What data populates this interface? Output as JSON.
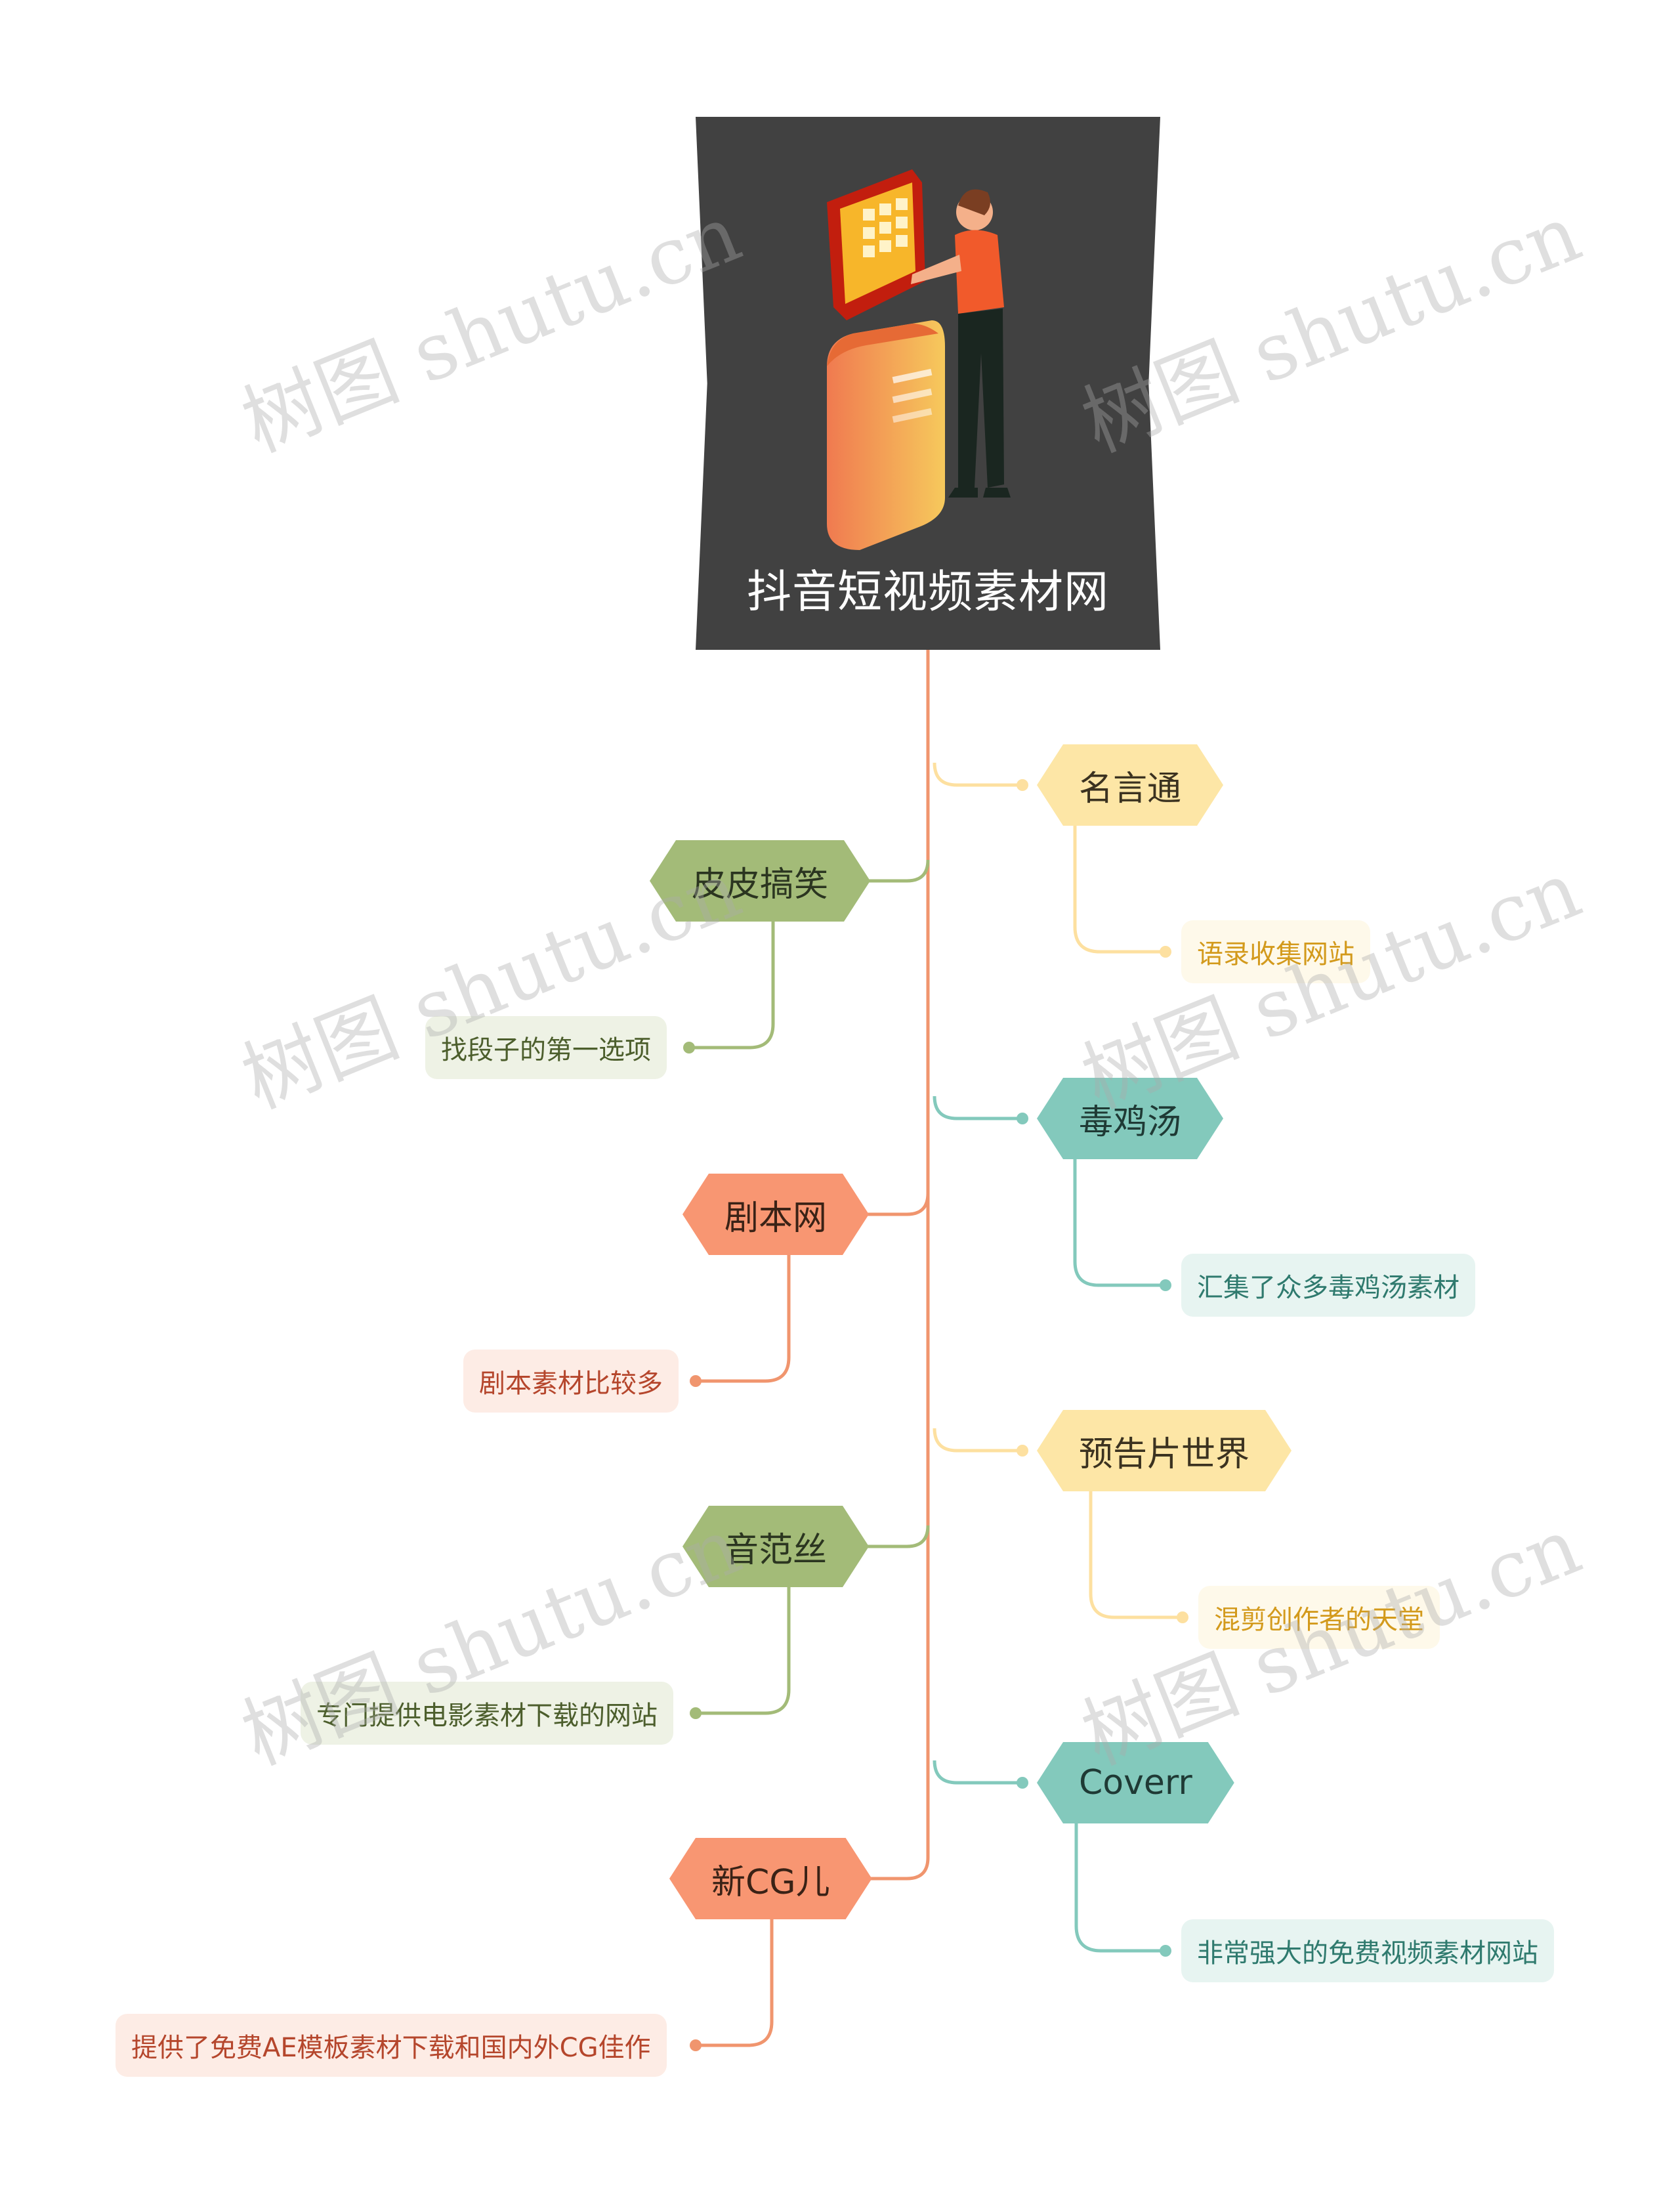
{
  "root": {
    "title": "抖音短视频素材网"
  },
  "watermark": "树图 shutu.cn",
  "colors": {
    "green": "#a3bb78",
    "orange": "#f89672",
    "yellow": "#fde6a6",
    "teal": "#83c9bc",
    "trunk": "#f0956e",
    "root_bg": "#414141"
  },
  "left_topics": [
    {
      "label": "皮皮搞笑",
      "note": "找段子的第一选项"
    },
    {
      "label": "剧本网",
      "note": "剧本素材比较多"
    },
    {
      "label": "音范丝",
      "note": "专门提供电影素材下载的网站"
    },
    {
      "label": "新CG儿",
      "note": "提供了免费AE模板素材下载和国内外CG佳作"
    }
  ],
  "right_topics": [
    {
      "label": "名言通",
      "note": "语录收集网站"
    },
    {
      "label": "毒鸡汤",
      "note": "汇集了众多毒鸡汤素材"
    },
    {
      "label": "预告片世界",
      "note": "混剪创作者的天堂"
    },
    {
      "label": "Coverr",
      "note": "非常强大的免费视频素材网站"
    }
  ]
}
